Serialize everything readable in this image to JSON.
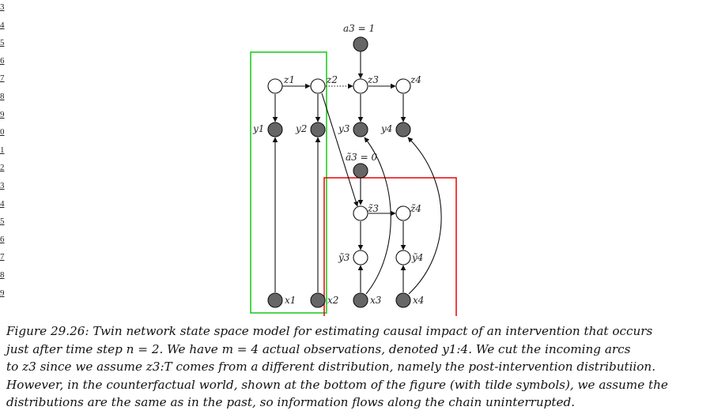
{
  "margin_numbers": [
    "3",
    "4",
    "5",
    "6",
    "7",
    "8",
    "9",
    "0",
    "1",
    "2",
    "3",
    "4",
    "5",
    "6",
    "7",
    "8",
    "9"
  ],
  "labels": {
    "a3": "a3 = 1",
    "a3t": "ã3 = 0",
    "z1": "z1",
    "z2": "z2",
    "z3": "z3",
    "z4": "z4",
    "y1": "y1",
    "y2": "y2",
    "y3": "y3",
    "y4": "y4",
    "z3t": "z̃3",
    "z4t": "z̃4",
    "y3t": "ỹ3",
    "y4t": "ỹ4",
    "x1": "x1",
    "x2": "x2",
    "x3": "x3",
    "x4": "x4"
  },
  "colors": {
    "observed_node": "#666666",
    "green_box": "#22cc22",
    "red_box": "#ee1111"
  },
  "caption": {
    "line1": "Figure 29.26: Twin network state space model for estimating causal impact of an intervention that occurs",
    "line2": "just after time step n = 2.  We have m = 4 actual observations, denoted y1:4.  We cut the incoming arcs",
    "line3": "to z3 since we assume z3:T comes from a different distribution, namely the post-intervention distributiion.",
    "line4": "However, in the counterfactual world, shown at the bottom of the figure (with tilde symbols), we assume the",
    "line5": "distributions are the same as in the past, so information flows along the chain uninterrupted."
  }
}
